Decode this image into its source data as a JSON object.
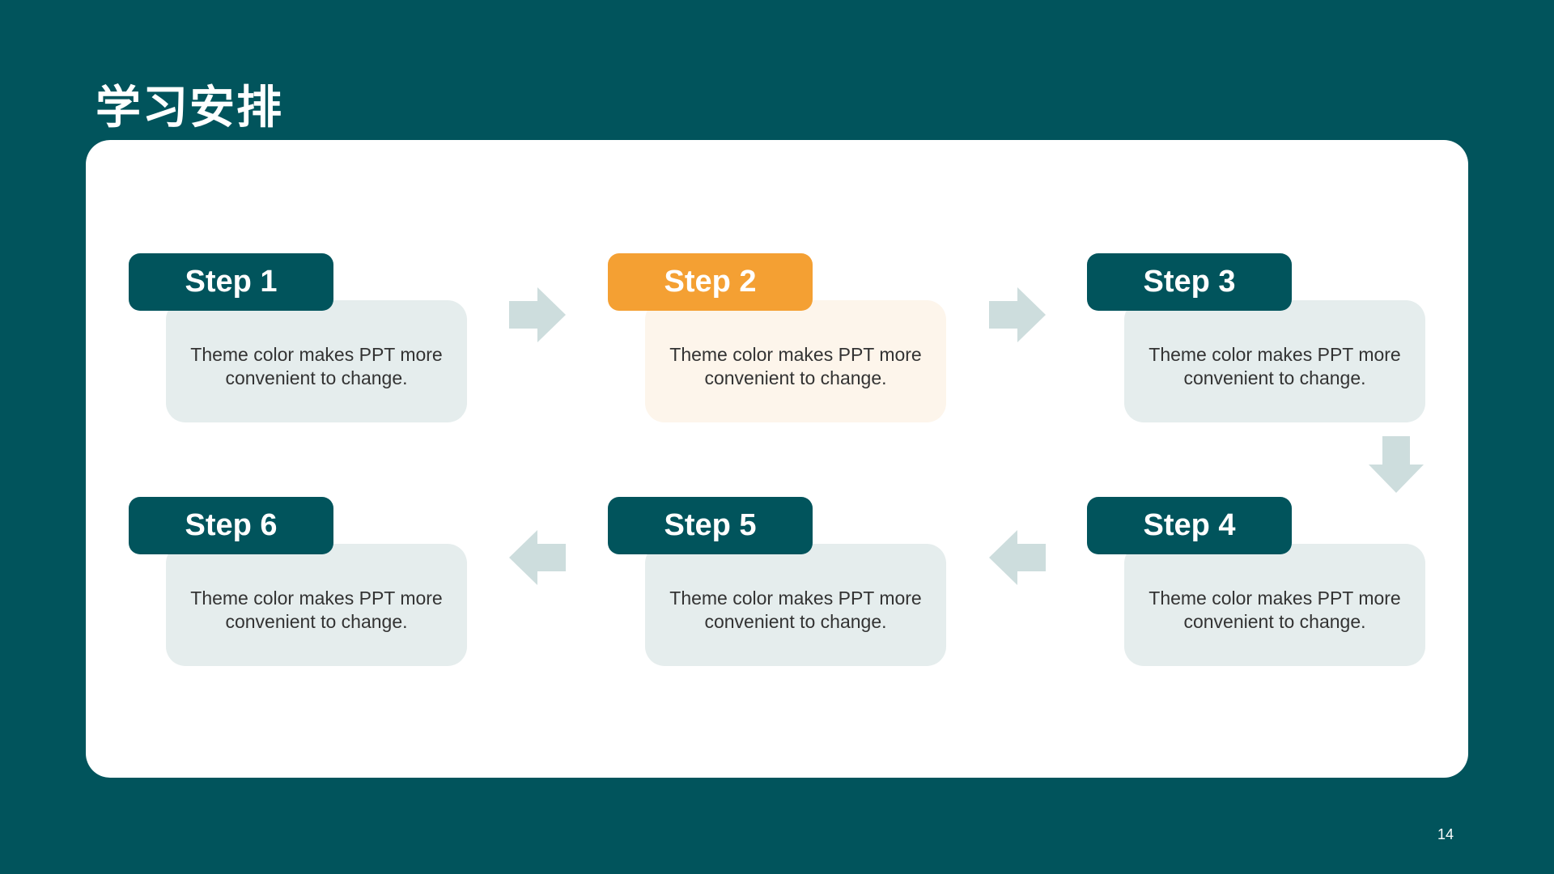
{
  "slide": {
    "title": "学习安排",
    "page_number": "14"
  },
  "colors": {
    "background": "#01545C",
    "panel": "#FFFFFF",
    "badge_default": "#01545C",
    "badge_highlight": "#F4A033",
    "card_default": "#E5EDED",
    "card_highlight": "#FDF5EB",
    "arrow": "#CDDDDD"
  },
  "steps": [
    {
      "label": "Step 1",
      "text": "Theme color makes PPT more convenient to change.",
      "highlight": false
    },
    {
      "label": "Step 2",
      "text": "Theme color makes PPT more convenient to change.",
      "highlight": true
    },
    {
      "label": "Step 3",
      "text": "Theme color makes PPT more convenient to change.",
      "highlight": false
    },
    {
      "label": "Step 4",
      "text": "Theme color makes PPT more convenient to change.",
      "highlight": false
    },
    {
      "label": "Step 5",
      "text": "Theme color makes PPT more convenient to change.",
      "highlight": false
    },
    {
      "label": "Step 6",
      "text": "Theme color makes PPT more convenient to change.",
      "highlight": false
    }
  ],
  "arrows": [
    {
      "from": "Step 1",
      "to": "Step 2",
      "direction": "right",
      "icon": "arrow-right-icon"
    },
    {
      "from": "Step 2",
      "to": "Step 3",
      "direction": "right",
      "icon": "arrow-right-icon"
    },
    {
      "from": "Step 3",
      "to": "Step 4",
      "direction": "down",
      "icon": "arrow-down-icon"
    },
    {
      "from": "Step 4",
      "to": "Step 5",
      "direction": "left",
      "icon": "arrow-left-icon"
    },
    {
      "from": "Step 5",
      "to": "Step 6",
      "direction": "left",
      "icon": "arrow-left-icon"
    }
  ]
}
